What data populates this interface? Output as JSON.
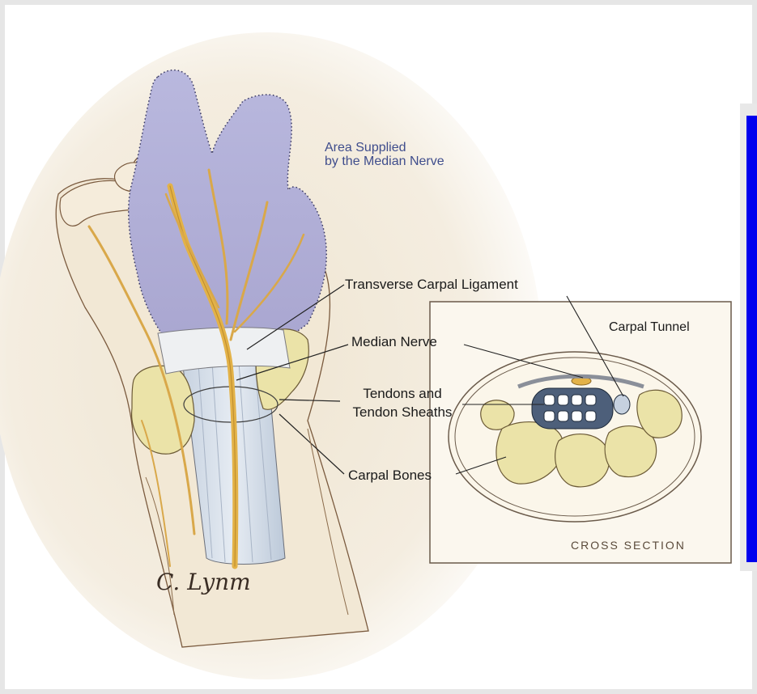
{
  "labels": {
    "area_supplied_line1": "Area Supplied",
    "area_supplied_line2": "by the Median Nerve",
    "transverse_carpal_ligament": "Transverse Carpal Ligament",
    "median_nerve": "Median Nerve",
    "tendons_line1": "Tendons and",
    "tendons_line2": "Tendon Sheaths",
    "carpal_bones": "Carpal Bones",
    "carpal_tunnel": "Carpal Tunnel",
    "cross_section": "CROSS SECTION"
  },
  "signature": "C. Lynm",
  "colors": {
    "skin": "#f3ead9",
    "median_area": "#b3b1d6",
    "nerve": "#e3b248",
    "bone": "#ebe3a8",
    "tendon": "#c6d1df",
    "side_bar": "#0000ee",
    "label_blue": "#3f4d8c"
  }
}
